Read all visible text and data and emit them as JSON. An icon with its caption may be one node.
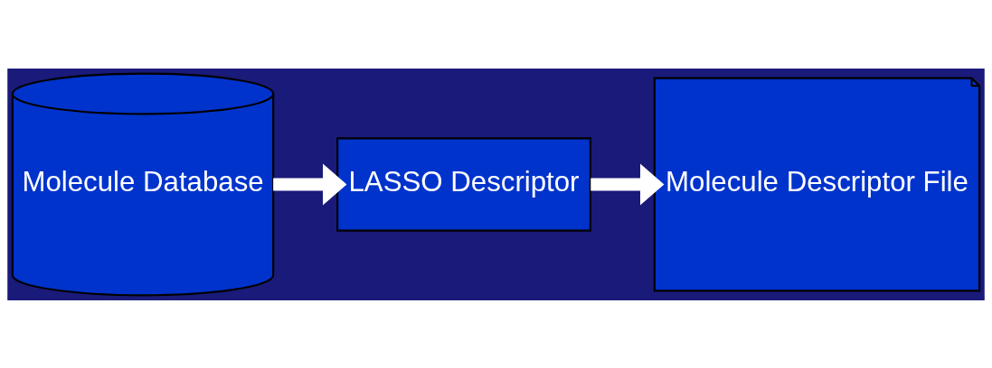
{
  "diagram": {
    "nodes": [
      {
        "text": [
          "Molecule Database"
        ]
      },
      {
        "text": [
          "LASSO Descriptor"
        ]
      },
      {
        "text": [
          "Molecule Descriptor File"
        ]
      }
    ],
    "edges": [
      {
        "from": 0,
        "to": 1,
        "arrow": "to"
      },
      {
        "from": 1,
        "to": 2,
        "arrow": "to"
      }
    ]
  }
}
